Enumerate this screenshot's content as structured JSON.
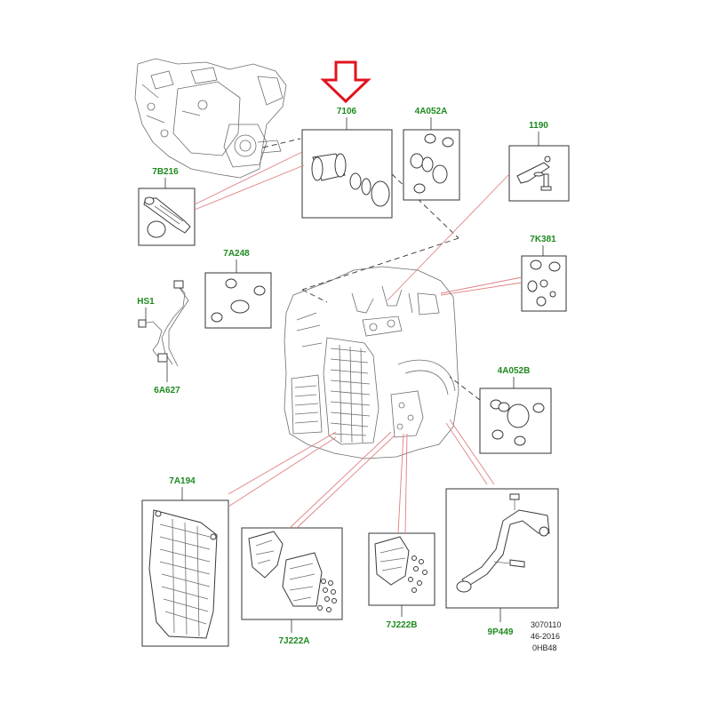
{
  "diagram": {
    "part_labels": {
      "p7106": "7106",
      "p4A052A": "4A052A",
      "p1190": "1190",
      "p7B216": "7B216",
      "p7K381": "7K381",
      "p7A248": "7A248",
      "pHS1": "HS1",
      "p6A627": "6A627",
      "p4A052B": "4A052B",
      "p7A194": "7A194",
      "p7J222A": "7J222A",
      "p7J222B": "7J222B",
      "p9P449": "9P449"
    },
    "footer": {
      "line1": "3070110",
      "line2": "46-2016",
      "line3": "0HB48"
    },
    "colors": {
      "label": "#1e8a1e",
      "leader_red": "#e08080",
      "highlight_arrow": "#e0141e",
      "line": "#333333"
    },
    "icons": {
      "highlight": "red-down-arrow-icon"
    }
  }
}
